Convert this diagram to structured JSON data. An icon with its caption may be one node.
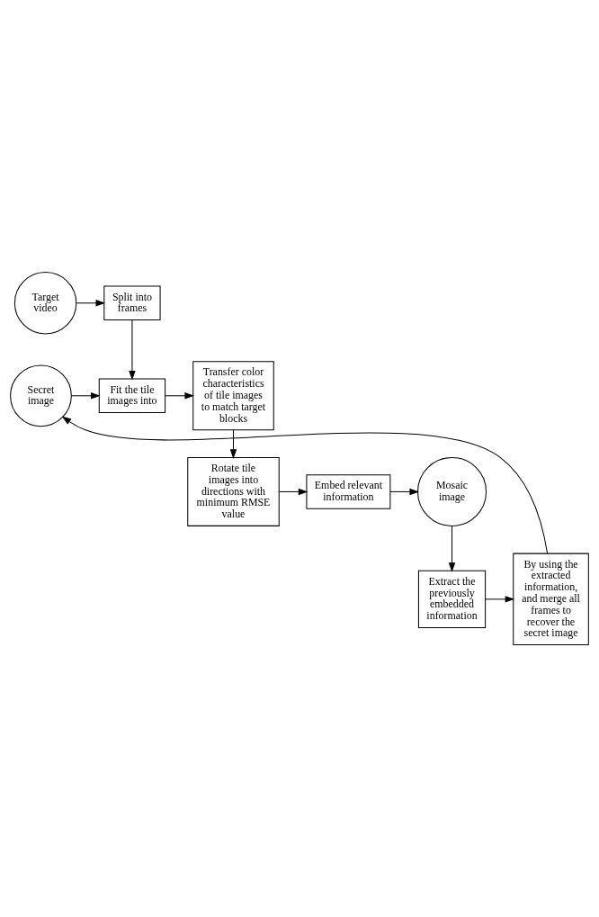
{
  "diagram": {
    "nodes": [
      {
        "text": [
          "Target video"
        ]
      },
      {
        "text": [
          "Split into frames"
        ]
      },
      {
        "text": [
          "Secret image"
        ]
      },
      {
        "text": [
          "Fit the tile images into"
        ]
      },
      {
        "text": [
          "Transfer color characteristics of tile images to match target blocks"
        ]
      },
      {
        "text": [
          "Rotate tile images into directions with minimum RMSE value"
        ]
      },
      {
        "text": [
          "Embed relevant information"
        ]
      },
      {
        "text": [
          "Mosaic image"
        ]
      },
      {
        "text": [
          "Extract the previously embedded information"
        ]
      },
      {
        "text": [
          "By using the extracted information, and merge all frames to recover the secret image"
        ]
      }
    ],
    "edges": [
      {
        "from": 0,
        "to": 1,
        "arrow": "to"
      },
      {
        "from": 1,
        "to": 3,
        "arrow": "to"
      },
      {
        "from": 2,
        "to": 3,
        "arrow": "to"
      },
      {
        "from": 3,
        "to": 4,
        "arrow": "to"
      },
      {
        "from": 4,
        "to": 5,
        "arrow": "to"
      },
      {
        "from": 5,
        "to": 6,
        "arrow": "to"
      },
      {
        "from": 6,
        "to": 7,
        "arrow": "to"
      },
      {
        "from": 7,
        "to": 8,
        "arrow": "to"
      },
      {
        "from": 8,
        "to": 9,
        "arrow": "to"
      },
      {
        "from": 9,
        "to": 2,
        "arrow": "to"
      }
    ]
  }
}
